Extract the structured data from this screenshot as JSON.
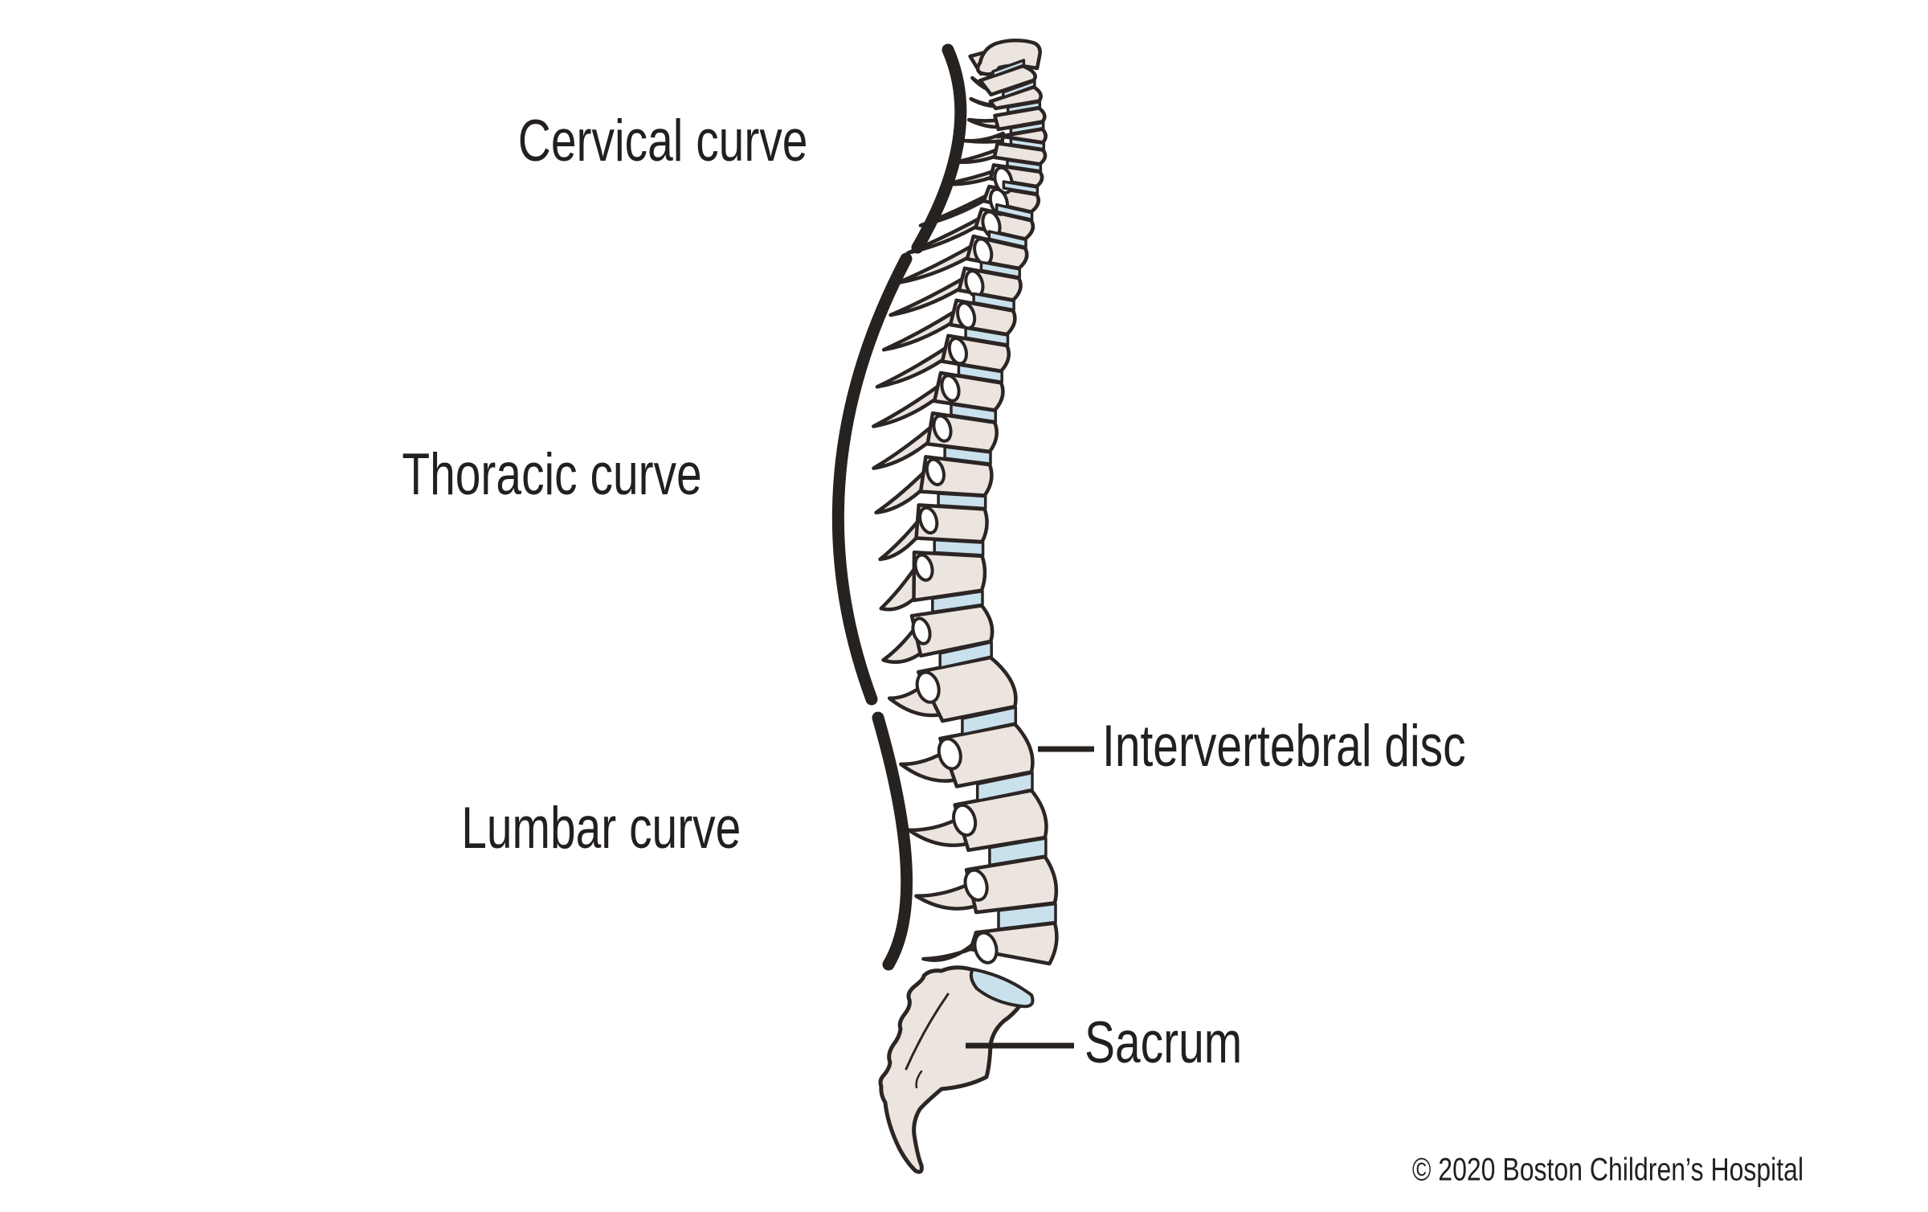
{
  "figure": {
    "title_implicit": "Spinal curves diagram (lateral view of spine)",
    "labels": {
      "cervical": "Cervical curve",
      "thoracic": "Thoracic curve",
      "lumbar": "Lumbar curve",
      "disc": "Intervertebral disc",
      "sacrum": "Sacrum"
    },
    "copyright": "© 2020 Boston Children’s Hospital",
    "colors": {
      "background": "#ffffff",
      "text": "#231f20",
      "outline": "#2b2524",
      "bone": "#ece5df",
      "disc": "#c9e1ed",
      "facet": "#ffffff",
      "bracket": "#262220"
    }
  }
}
